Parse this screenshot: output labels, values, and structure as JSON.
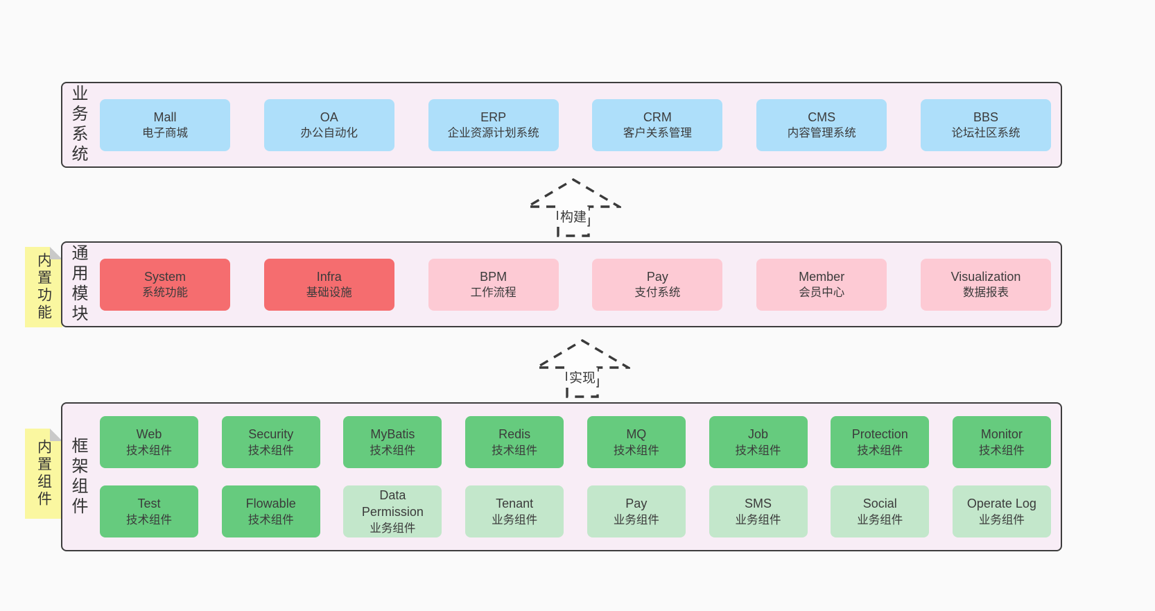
{
  "colors": {
    "page_bg": "#fafafa",
    "layer_bg": "#f8edf6",
    "layer_border": "#3d3d3d",
    "box_blue": "#aedffa",
    "box_red": "#f56d6f",
    "box_pink": "#fdcad4",
    "box_green": "#66cb7e",
    "box_light_green": "#c3e7cb",
    "sticky_yellow": "#faf7a0",
    "sticky_fold": "#c9c9c9",
    "text": "#3a3a3a"
  },
  "arrows": [
    {
      "label": "构建"
    },
    {
      "label": "实现"
    }
  ],
  "layers": [
    {
      "label": "业务系统",
      "boxes": [
        {
          "name": "Mall",
          "subtitle": "电子商城",
          "variant": "blue"
        },
        {
          "name": "OA",
          "subtitle": "办公自动化",
          "variant": "blue"
        },
        {
          "name": "ERP",
          "subtitle": "企业资源计划系统",
          "variant": "blue"
        },
        {
          "name": "CRM",
          "subtitle": "客户关系管理",
          "variant": "blue"
        },
        {
          "name": "CMS",
          "subtitle": "内容管理系统",
          "variant": "blue"
        },
        {
          "name": "BBS",
          "subtitle": "论坛社区系统",
          "variant": "blue"
        }
      ]
    },
    {
      "label": "通用模块",
      "sticky": "内置功能",
      "boxes": [
        {
          "name": "System",
          "subtitle": "系统功能",
          "variant": "red"
        },
        {
          "name": "Infra",
          "subtitle": "基础设施",
          "variant": "red"
        },
        {
          "name": "BPM",
          "subtitle": "工作流程",
          "variant": "pink"
        },
        {
          "name": "Pay",
          "subtitle": "支付系统",
          "variant": "pink"
        },
        {
          "name": "Member",
          "subtitle": "会员中心",
          "variant": "pink"
        },
        {
          "name": "Visualization",
          "subtitle": "数据报表",
          "variant": "pink"
        }
      ]
    },
    {
      "label": "框架组件",
      "sticky": "内置组件",
      "rows": [
        [
          {
            "name": "Web",
            "subtitle": "技术组件",
            "variant": "green"
          },
          {
            "name": "Security",
            "subtitle": "技术组件",
            "variant": "green"
          },
          {
            "name": "MyBatis",
            "subtitle": "技术组件",
            "variant": "green"
          },
          {
            "name": "Redis",
            "subtitle": "技术组件",
            "variant": "green"
          },
          {
            "name": "MQ",
            "subtitle": "技术组件",
            "variant": "green"
          },
          {
            "name": "Job",
            "subtitle": "技术组件",
            "variant": "green"
          },
          {
            "name": "Protection",
            "subtitle": "技术组件",
            "variant": "green"
          },
          {
            "name": "Monitor",
            "subtitle": "技术组件",
            "variant": "green"
          }
        ],
        [
          {
            "name": "Test",
            "subtitle": "技术组件",
            "variant": "green"
          },
          {
            "name": "Flowable",
            "subtitle": "技术组件",
            "variant": "green"
          },
          {
            "name": "Data Permission",
            "subtitle": "业务组件",
            "variant": "light-green"
          },
          {
            "name": "Tenant",
            "subtitle": "业务组件",
            "variant": "light-green"
          },
          {
            "name": "Pay",
            "subtitle": "业务组件",
            "variant": "light-green"
          },
          {
            "name": "SMS",
            "subtitle": "业务组件",
            "variant": "light-green"
          },
          {
            "name": "Social",
            "subtitle": "业务组件",
            "variant": "light-green"
          },
          {
            "name": "Operate Log",
            "subtitle": "业务组件",
            "variant": "light-green"
          }
        ]
      ]
    }
  ]
}
